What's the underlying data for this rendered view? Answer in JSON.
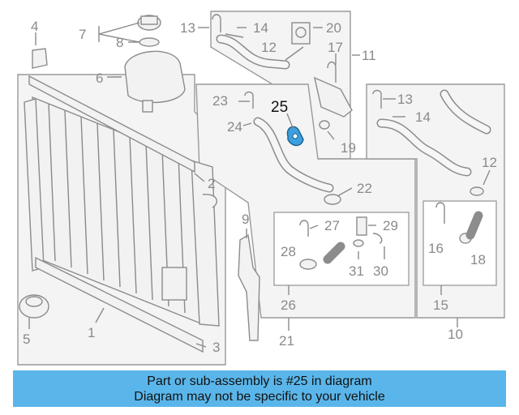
{
  "callouts": {
    "c1": "1",
    "c2": "2",
    "c3": "3",
    "c4": "4",
    "c5": "5",
    "c6": "6",
    "c7": "7",
    "c8": "8",
    "c9": "9",
    "c10": "10",
    "c11": "11",
    "c12a": "12",
    "c12b": "12",
    "c13a": "13",
    "c13b": "13",
    "c14a": "14",
    "c14b": "14",
    "c15": "15",
    "c16": "16",
    "c17": "17",
    "c18": "18",
    "c19": "19",
    "c20": "20",
    "c21": "21",
    "c22": "22",
    "c23": "23",
    "c24": "24",
    "c25": "25",
    "c26": "26",
    "c27": "27",
    "c28": "28",
    "c29": "29",
    "c30": "30",
    "c31": "31"
  },
  "highlight": {
    "part": "25",
    "color": "#3aa0e0"
  },
  "banner": {
    "line1": "Part or sub-assembly is #25 in diagram",
    "line2": "Diagram may not be specific to your vehicle",
    "background": "#5ab6ea"
  }
}
